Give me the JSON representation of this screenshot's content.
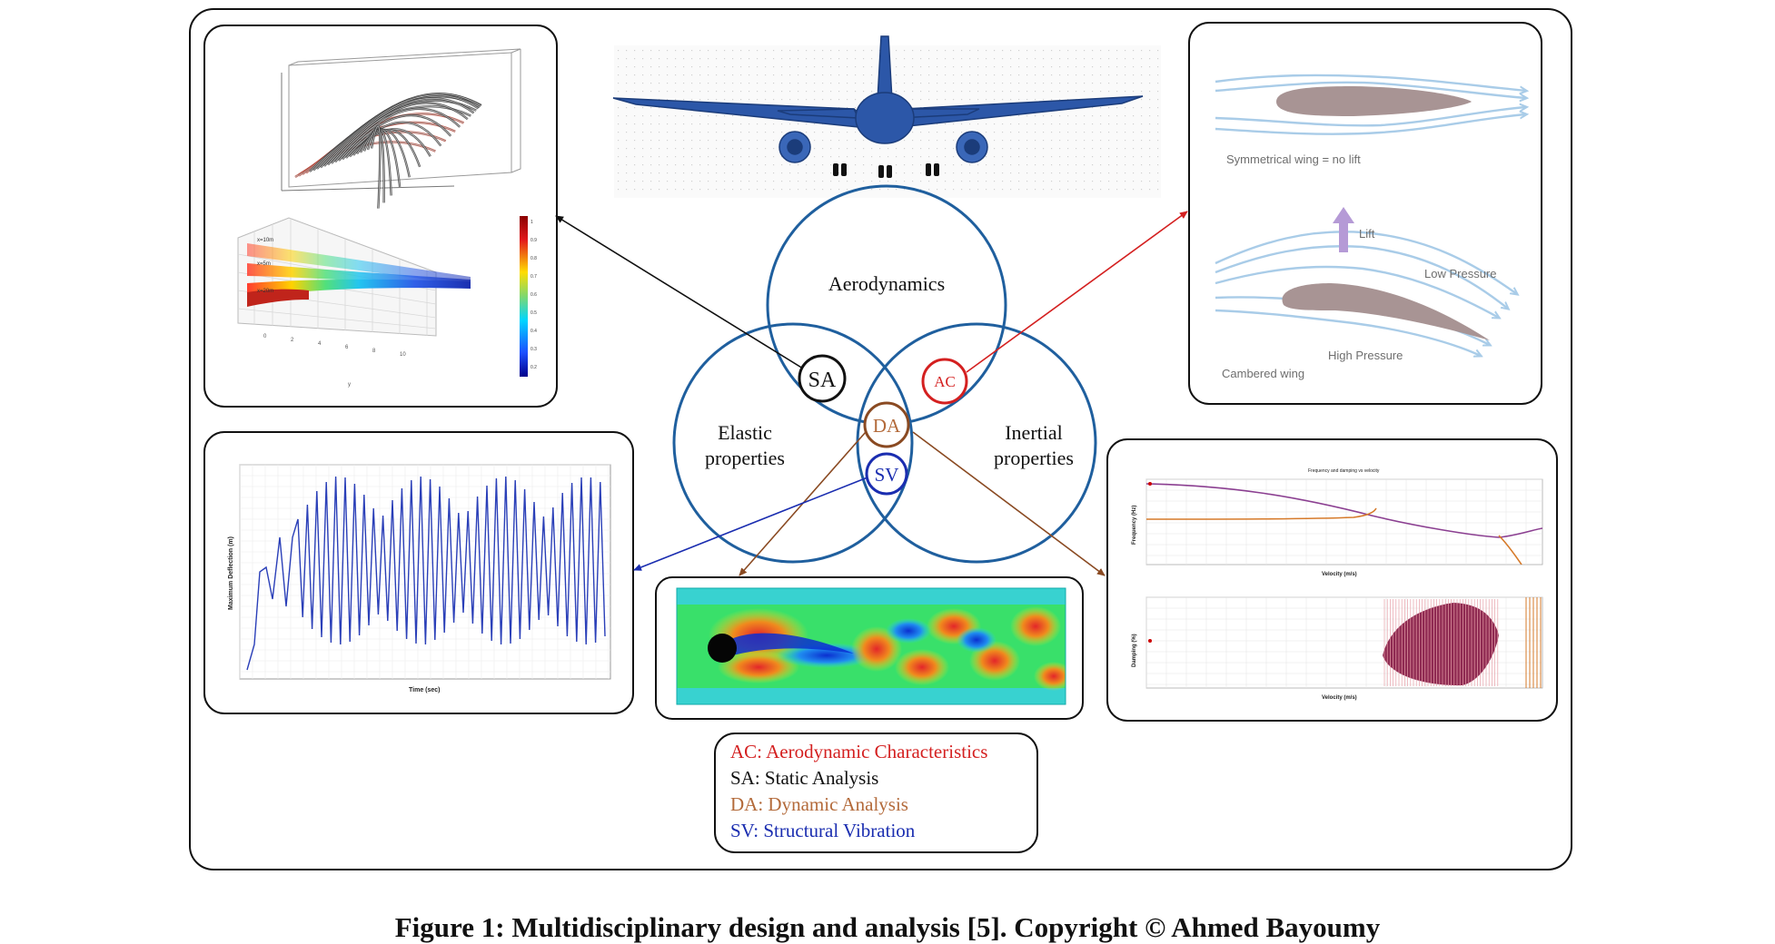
{
  "venn": {
    "top": "Aerodynamics",
    "left_line1": "Elastic",
    "left_line2": "properties",
    "right_line1": "Inertial",
    "right_line2": "properties",
    "sa": "SA",
    "ac": "AC",
    "da": "DA",
    "sv": "SV"
  },
  "legend": {
    "ac": "AC: Aerodynamic Characteristics",
    "sa": "SA: Static Analysis",
    "da": "DA: Dynamic Analysis",
    "sv": "SV: Structural Vibration"
  },
  "airfoil": {
    "symmetrical": "Symmetrical wing = no lift",
    "lift": "Lift",
    "low_pressure": "Low Pressure",
    "high_pressure": "High Pressure",
    "cambered": "Cambered wing"
  },
  "deflection_plot": {
    "ylabel": "Maximum Deflection (m)",
    "xlabel": "Time (sec)"
  },
  "vg_plot": {
    "title": "Frequency and damping vs velocity",
    "freq_ylabel": "Frequency (Hz)",
    "damp_ylabel": "Damping (%)",
    "xlabel": "Velocity (m/s)",
    "xlabel2": "Velocity (m/s)"
  },
  "colorbar_ticks": [
    "1",
    "0.9",
    "0.8",
    "0.7",
    "0.6",
    "0.5",
    "0.4",
    "0.3",
    "0.2"
  ],
  "caption": "Figure 1: Multidisciplinary design and analysis [5]. Copyright © Ahmed Bayoumy",
  "colors": {
    "venn": "#1f5f9e",
    "ac": "#d42020",
    "sa": "#111111",
    "da": "#8a4a22",
    "sv": "#1a2db0",
    "streamline": "#a9cce8",
    "airfoil": "#a89494"
  }
}
